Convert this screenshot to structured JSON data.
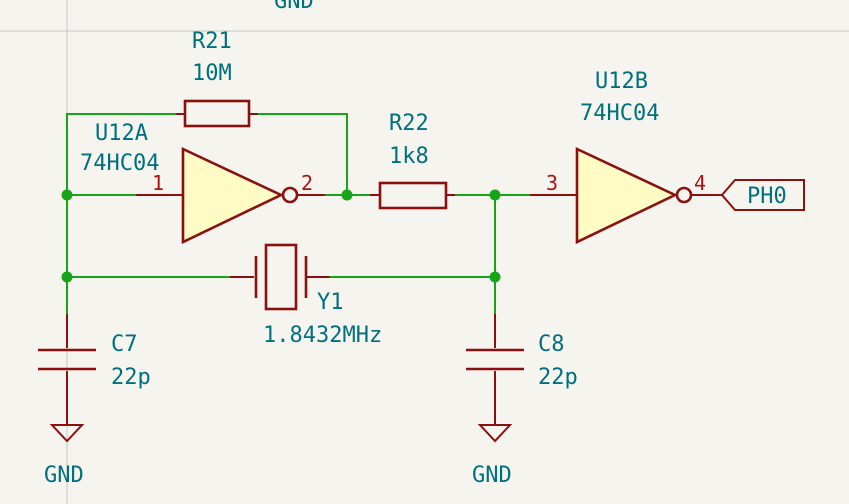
{
  "header": {
    "top_gnd_label": "GND"
  },
  "colors": {
    "background": "#f5f4ef",
    "wire": "#17a31a",
    "component": "#8b1010",
    "component_fill": "#fffbc4",
    "label_text": "#00707d",
    "pin_number": "#b01010"
  },
  "components": {
    "r21": {
      "ref": "R21",
      "value": "10M"
    },
    "r22": {
      "ref": "R22",
      "value": "1k8"
    },
    "u12a": {
      "ref": "U12A",
      "value": "74HC04",
      "pin_in": "1",
      "pin_out": "2"
    },
    "u12b": {
      "ref": "U12B",
      "value": "74HC04",
      "pin_in": "3",
      "pin_out": "4"
    },
    "y1": {
      "ref": "Y1",
      "value": "1.8432MHz"
    },
    "c7": {
      "ref": "C7",
      "value": "22p"
    },
    "c8": {
      "ref": "C8",
      "value": "22p"
    }
  },
  "power": {
    "gnd_left": "GND",
    "gnd_right": "GND"
  },
  "net_label": {
    "text": "PH0"
  }
}
